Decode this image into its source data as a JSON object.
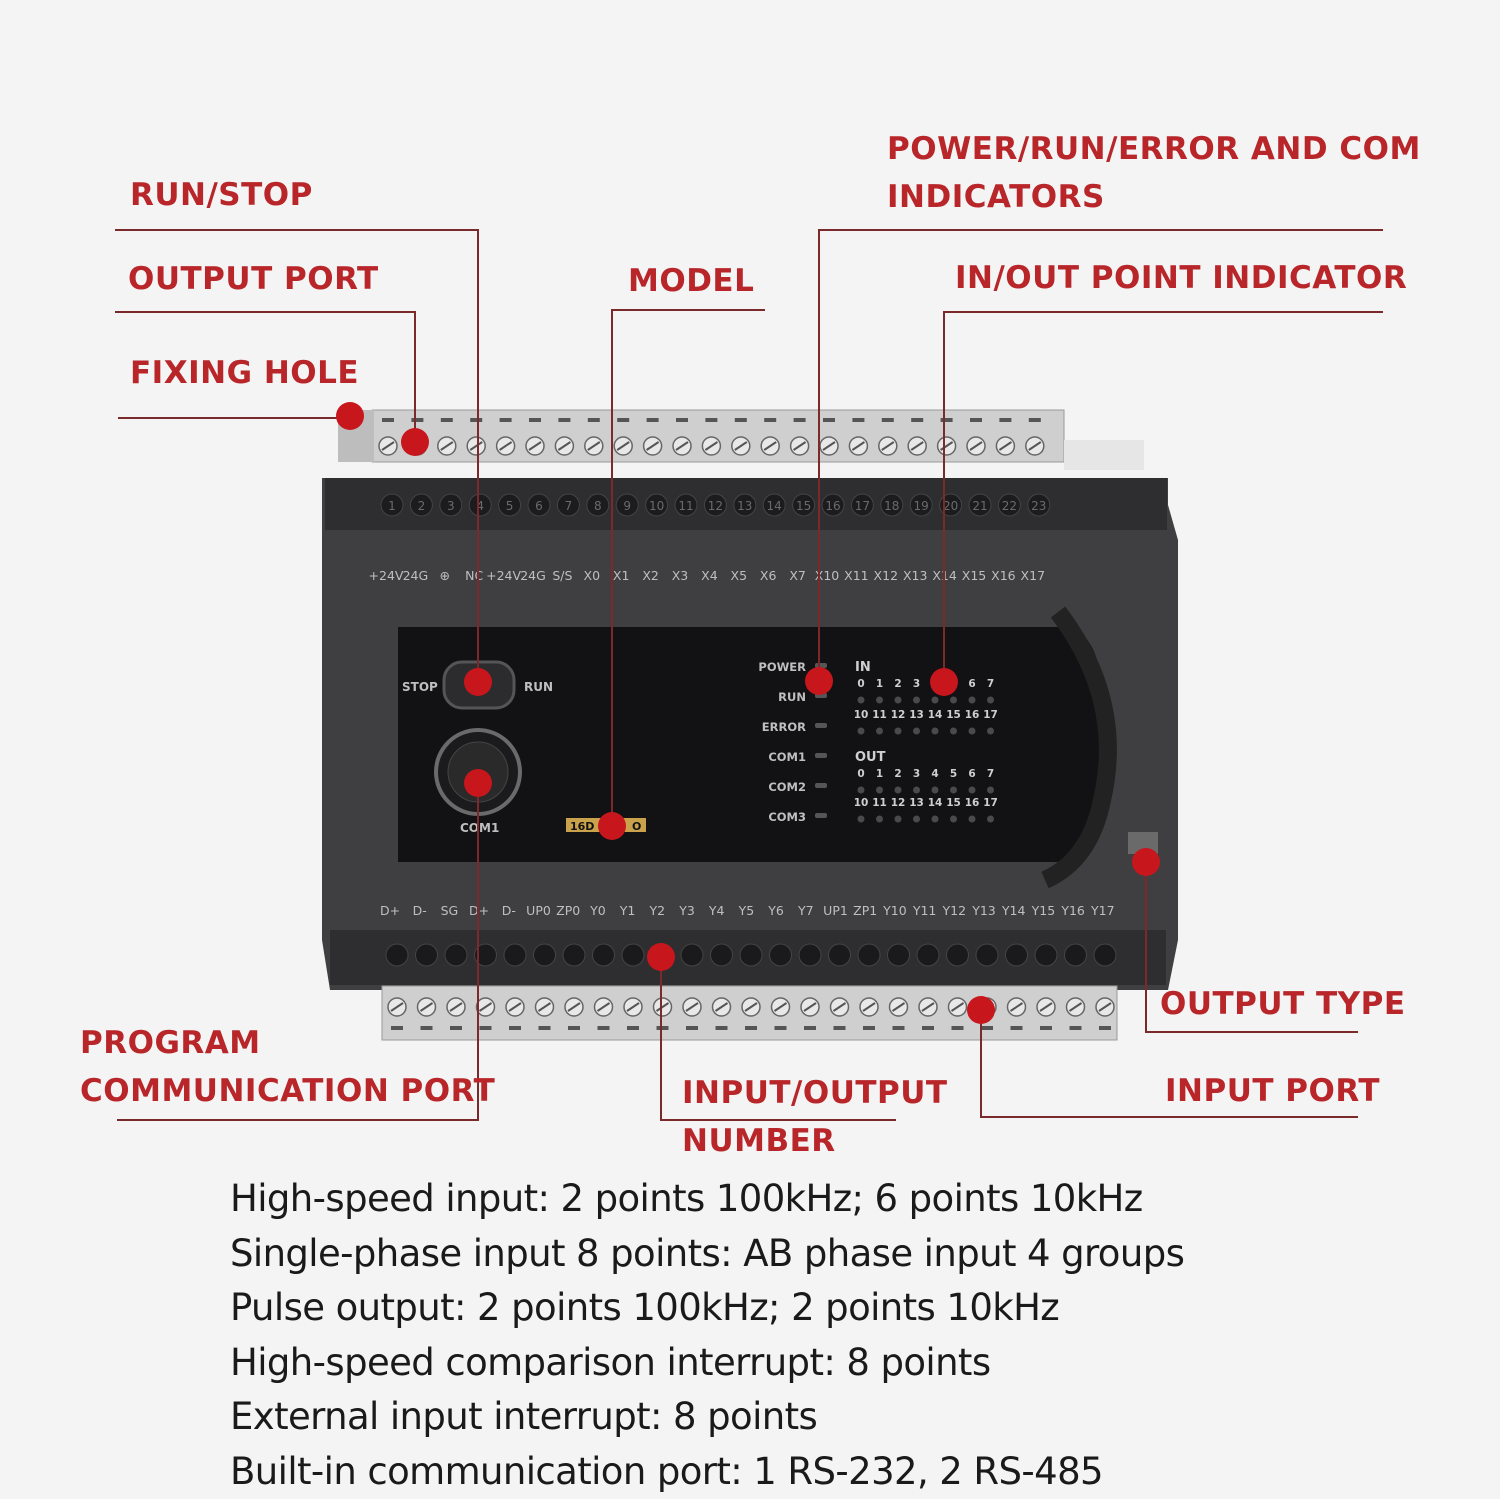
{
  "callouts": {
    "run_stop": "RUN/STOP",
    "output_port": "OUTPUT PORT",
    "fixing_hole": "FIXING HOLE",
    "model": "MODEL",
    "indicators_line1": "POWER/RUN/ERROR AND COM",
    "indicators_line2": "INDICATORS",
    "inout_indicator": "IN/OUT POINT INDICATOR",
    "program_port_line1": "PROGRAM",
    "program_port_line2": "COMMUNICATION PORT",
    "io_number_line1": "INPUT/OUTPUT",
    "io_number_line2": "NUMBER",
    "output_type": "OUTPUT TYPE",
    "input_port": "INPUT PORT"
  },
  "device": {
    "terminal_numbers": [
      "1",
      "2",
      "3",
      "4",
      "5",
      "6",
      "7",
      "8",
      "9",
      "10",
      "11",
      "12",
      "13",
      "14",
      "15",
      "16",
      "17",
      "18",
      "19",
      "20",
      "21",
      "22",
      "23"
    ],
    "top_labels": [
      "+24V",
      "24G",
      "⊕",
      "NC",
      "+24V",
      "24G",
      "S/S",
      "X0",
      "X1",
      "X2",
      "X3",
      "X4",
      "X5",
      "X6",
      "X7",
      "X10",
      "X11",
      "X12",
      "X13",
      "X14",
      "X15",
      "X16",
      "X17"
    ],
    "bottom_labels": [
      "D+",
      "D-",
      "SG",
      "D+",
      "D-",
      "UP0",
      "ZP0",
      "Y0",
      "Y1",
      "Y2",
      "Y3",
      "Y4",
      "Y5",
      "Y6",
      "Y7",
      "UP1",
      "ZP1",
      "Y10",
      "Y11",
      "Y12",
      "Y13",
      "Y14",
      "Y15",
      "Y16",
      "Y17"
    ],
    "switch_stop": "STOP",
    "switch_run": "RUN",
    "com_port_label": "COM1",
    "status_labels": [
      "POWER",
      "RUN",
      "ERROR",
      "COM1",
      "COM2",
      "COM3"
    ],
    "in_title": "IN",
    "out_title": "OUT",
    "led_row_a": [
      "0",
      "1",
      "2",
      "3",
      "4",
      "5",
      "6",
      "7"
    ],
    "led_row_b": [
      "10",
      "11",
      "12",
      "13",
      "14",
      "15",
      "16",
      "17"
    ],
    "model_visible": "16D",
    "model_visible_end": "O"
  },
  "specs": [
    "High-speed input: 2 points 100kHz; 6 points 10kHz",
    "Single-phase input 8 points: AB phase input 4 groups",
    "Pulse output: 2 points 100kHz; 2 points 10kHz",
    "High-speed comparison interrupt: 8 points",
    "External input interrupt: 8 points",
    "Built-in communication port: 1 RS-232, 2 RS-485"
  ],
  "colors": {
    "callout_red": "#b8262a",
    "marker_red": "#c8161d",
    "body_dark": "#3c3c3e",
    "panel_black": "#141416"
  }
}
